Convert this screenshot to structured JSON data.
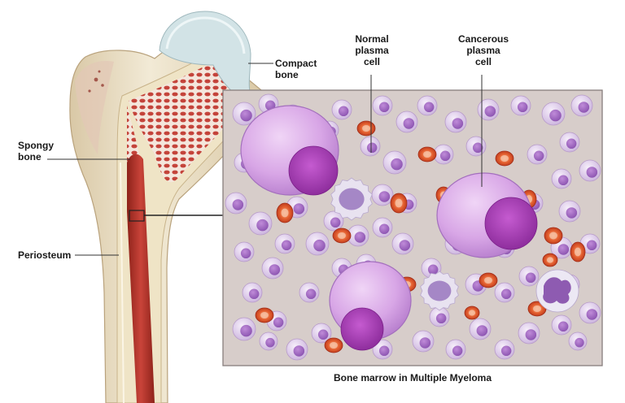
{
  "labels": {
    "compact_bone": [
      "Compact",
      "bone"
    ],
    "spongy_bone": [
      "Spongy",
      "bone"
    ],
    "periosteum": "Periosteum",
    "normal_plasma_cell": [
      "Normal",
      "plasma",
      "cell"
    ],
    "cancerous_plasma_cell": [
      "Cancerous",
      "plasma",
      "cell"
    ]
  },
  "caption": "Bone marrow  in Multiple Myeloma",
  "colors": {
    "marrow_background": "#d7cdca",
    "bone_shaft": "#eadfc8",
    "medullary_canal": "#b8352b",
    "cartilage_cap": "#cfe0e3",
    "plasma_cell": "#d9a7e6",
    "plasma_nucleus": "#a23ab0",
    "red_blood_cell": "#e0532c",
    "leader_line": "#333333"
  }
}
